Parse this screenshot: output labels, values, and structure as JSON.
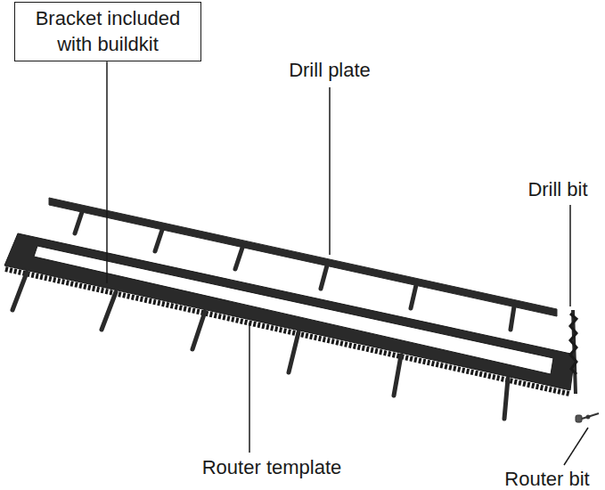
{
  "diagram": {
    "nodes": [
      {
        "text": [
          "Bracket included with buildkit"
        ]
      }
    ],
    "labels": [
      "Drill plate",
      "Drill bit",
      "Router template",
      "Router bit"
    ]
  }
}
